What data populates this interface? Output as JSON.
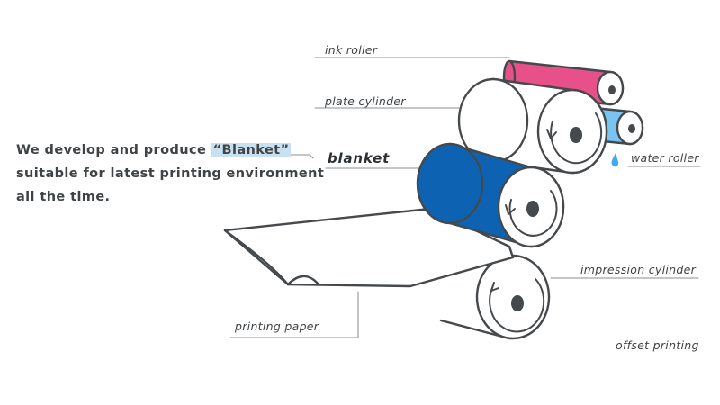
{
  "headline": {
    "line1_prefix": "We develop and produce ",
    "line1_highlight": "“Blanket”",
    "line2": "suitable for latest printing environment",
    "line3": "all the time."
  },
  "labels": {
    "ink_roller": "ink roller",
    "plate_cylinder": "plate cylinder",
    "blanket": "blanket",
    "water_roller": "water roller",
    "impression_cylinder": "impression cylinder",
    "printing_paper": "printing paper",
    "offset_printing": "offset printing"
  },
  "colors": {
    "ink_roller": "#e8508a",
    "water_roller": "#79c4f0",
    "blanket": "#0d63b2",
    "outline": "#45494c",
    "highlight": "#c8e0f0",
    "water_drop": "#3fa9f5"
  }
}
